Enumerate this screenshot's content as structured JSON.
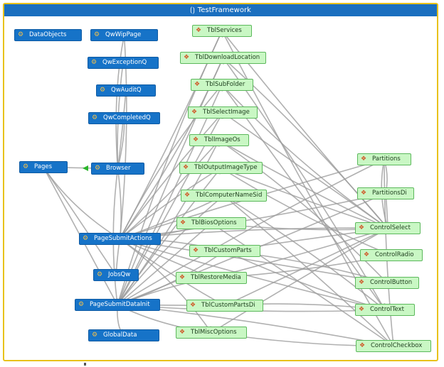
{
  "window": {
    "title": "TestFramework",
    "title_icon": "gear-chain-icon"
  },
  "nodes": {
    "DataObjects": {
      "label": "DataObjects",
      "kind": "blue"
    },
    "QwWipPage": {
      "label": "QwWipPage",
      "kind": "blue"
    },
    "QwExceptionQ": {
      "label": "QwExceptionQ",
      "kind": "blue"
    },
    "QwAuditQ": {
      "label": "QwAuditQ",
      "kind": "blue"
    },
    "QwCompletedQ": {
      "label": "QwCompletedQ",
      "kind": "blue"
    },
    "Pages": {
      "label": "Pages",
      "kind": "blue"
    },
    "Browser": {
      "label": "Browser",
      "kind": "blue"
    },
    "PageSubmitActions": {
      "label": "PageSubmitActions",
      "kind": "blue"
    },
    "JobsQw": {
      "label": "JobsQw",
      "kind": "blue"
    },
    "PageSubmitDataInit": {
      "label": "PageSubmitDataInit",
      "kind": "blue"
    },
    "GlobalData": {
      "label": "GlobalData",
      "kind": "blue"
    },
    "TblServices": {
      "label": "TblServices",
      "kind": "green"
    },
    "TblDownloadLocation": {
      "label": "TblDownloadLocation",
      "kind": "green"
    },
    "TblSubFolder": {
      "label": "TblSubFolder",
      "kind": "green"
    },
    "TblSelectImage": {
      "label": "TblSelectImage",
      "kind": "green"
    },
    "TblImageOs": {
      "label": "TblImageOs",
      "kind": "green"
    },
    "TblOutputImageType": {
      "label": "TblOutputImageType",
      "kind": "green"
    },
    "TblComputerNameSid": {
      "label": "TblComputerNameSid",
      "kind": "green"
    },
    "TblBiosOptions": {
      "label": "TblBiosOptions",
      "kind": "green"
    },
    "TblCustomParts": {
      "label": "TblCustomParts",
      "kind": "green"
    },
    "TblRestoreMedia": {
      "label": "TblRestoreMedia",
      "kind": "green"
    },
    "TblCustomPartsDi": {
      "label": "TblCustomPartsDi",
      "kind": "green"
    },
    "TblMiscOptions": {
      "label": "TblMiscOptions",
      "kind": "green"
    },
    "Partitions": {
      "label": "Partitions",
      "kind": "green"
    },
    "PartitionsDi": {
      "label": "PartitionsDi",
      "kind": "green"
    },
    "ControlSelect": {
      "label": "ControlSelect",
      "kind": "green"
    },
    "ControlRadio": {
      "label": "ControlRadio",
      "kind": "green"
    },
    "ControlButton": {
      "label": "ControlButton",
      "kind": "green"
    },
    "ControlText": {
      "label": "ControlText",
      "kind": "green"
    },
    "ControlCheckbox": {
      "label": "ControlCheckbox",
      "kind": "green"
    }
  },
  "edges": [
    [
      "QwWipPage",
      "Browser"
    ],
    [
      "QwExceptionQ",
      "Browser"
    ],
    [
      "QwAuditQ",
      "Browser"
    ],
    [
      "QwCompletedQ",
      "Browser"
    ],
    [
      "Pages",
      "Browser"
    ],
    [
      "Pages",
      "PageSubmitActions"
    ],
    [
      "Pages",
      "JobsQw"
    ],
    [
      "Pages",
      "PageSubmitDataInit"
    ],
    [
      "PageSubmitActions",
      "Browser"
    ],
    [
      "PageSubmitActions",
      "QwWipPage"
    ],
    [
      "PageSubmitDataInit",
      "Browser"
    ],
    [
      "PageSubmitDataInit",
      "GlobalData"
    ],
    [
      "JobsQw",
      "PageSubmitActions"
    ],
    [
      "PageSubmitActions",
      "TblServices"
    ],
    [
      "PageSubmitActions",
      "TblDownloadLocation"
    ],
    [
      "PageSubmitActions",
      "TblSubFolder"
    ],
    [
      "PageSubmitActions",
      "TblSelectImage"
    ],
    [
      "PageSubmitActions",
      "TblImageOs"
    ],
    [
      "PageSubmitActions",
      "TblOutputImageType"
    ],
    [
      "PageSubmitActions",
      "TblComputerNameSid"
    ],
    [
      "PageSubmitActions",
      "TblBiosOptions"
    ],
    [
      "PageSubmitActions",
      "TblCustomParts"
    ],
    [
      "PageSubmitActions",
      "TblRestoreMedia"
    ],
    [
      "PageSubmitActions",
      "TblCustomPartsDi"
    ],
    [
      "PageSubmitActions",
      "TblMiscOptions"
    ],
    [
      "PageSubmitActions",
      "Partitions"
    ],
    [
      "PageSubmitActions",
      "PartitionsDi"
    ],
    [
      "PageSubmitActions",
      "ControlSelect"
    ],
    [
      "PageSubmitActions",
      "ControlButton"
    ],
    [
      "PageSubmitActions",
      "ControlText"
    ],
    [
      "PageSubmitDataInit",
      "TblServices"
    ],
    [
      "PageSubmitDataInit",
      "TblDownloadLocation"
    ],
    [
      "PageSubmitDataInit",
      "TblSubFolder"
    ],
    [
      "PageSubmitDataInit",
      "TblSelectImage"
    ],
    [
      "PageSubmitDataInit",
      "TblImageOs"
    ],
    [
      "PageSubmitDataInit",
      "TblOutputImageType"
    ],
    [
      "PageSubmitDataInit",
      "TblComputerNameSid"
    ],
    [
      "PageSubmitDataInit",
      "TblBiosOptions"
    ],
    [
      "PageSubmitDataInit",
      "TblCustomParts"
    ],
    [
      "PageSubmitDataInit",
      "TblRestoreMedia"
    ],
    [
      "PageSubmitDataInit",
      "TblCustomPartsDi"
    ],
    [
      "PageSubmitDataInit",
      "TblMiscOptions"
    ],
    [
      "PageSubmitDataInit",
      "Partitions"
    ],
    [
      "PageSubmitDataInit",
      "PartitionsDi"
    ],
    [
      "PageSubmitDataInit",
      "ControlText"
    ],
    [
      "PageSubmitDataInit",
      "ControlCheckbox"
    ],
    [
      "TblServices",
      "ControlSelect"
    ],
    [
      "TblServices",
      "ControlCheckbox"
    ],
    [
      "TblDownloadLocation",
      "ControlSelect"
    ],
    [
      "TblDownloadLocation",
      "ControlText"
    ],
    [
      "TblSubFolder",
      "ControlSelect"
    ],
    [
      "TblSubFolder",
      "ControlText"
    ],
    [
      "TblSelectImage",
      "ControlSelect"
    ],
    [
      "TblImageOs",
      "ControlSelect"
    ],
    [
      "TblImageOs",
      "ControlButton"
    ],
    [
      "TblOutputImageType",
      "ControlSelect"
    ],
    [
      "TblOutputImageType",
      "ControlRadio"
    ],
    [
      "TblComputerNameSid",
      "ControlText"
    ],
    [
      "TblComputerNameSid",
      "ControlCheckbox"
    ],
    [
      "TblBiosOptions",
      "ControlSelect"
    ],
    [
      "TblBiosOptions",
      "ControlCheckbox"
    ],
    [
      "TblCustomParts",
      "ControlSelect"
    ],
    [
      "TblCustomParts",
      "ControlText"
    ],
    [
      "TblCustomParts",
      "ControlButton"
    ],
    [
      "TblRestoreMedia",
      "ControlSelect"
    ],
    [
      "TblRestoreMedia",
      "ControlRadio"
    ],
    [
      "TblCustomPartsDi",
      "ControlText"
    ],
    [
      "TblCustomPartsDi",
      "ControlSelect"
    ],
    [
      "TblMiscOptions",
      "ControlCheckbox"
    ],
    [
      "TblMiscOptions",
      "ControlSelect"
    ],
    [
      "Partitions",
      "ControlSelect"
    ],
    [
      "Partitions",
      "ControlCheckbox"
    ],
    [
      "PartitionsDi",
      "ControlSelect"
    ],
    [
      "Partitions",
      "PartitionsDi"
    ]
  ]
}
